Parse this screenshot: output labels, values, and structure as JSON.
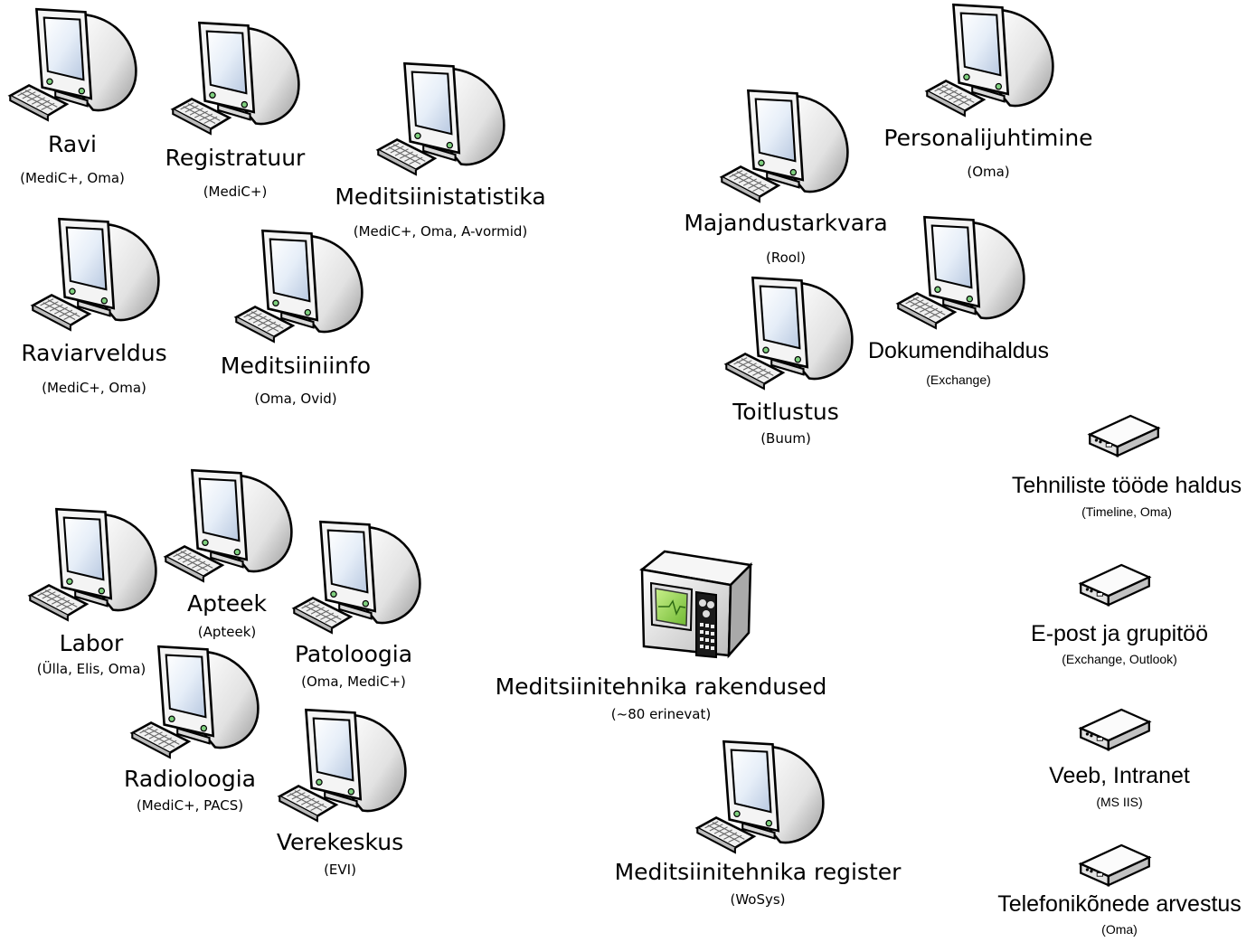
{
  "workstations": [
    {
      "id": "ravi",
      "title": "Ravi",
      "sub": "(MediC+, Oma)"
    },
    {
      "id": "registratuur",
      "title": "Registratuur",
      "sub": "(MediC+)"
    },
    {
      "id": "meditsiinistatistika",
      "title": "Meditsiinistatistika",
      "sub": "(MediC+, Oma, A-vormid)"
    },
    {
      "id": "raviarveldus",
      "title": "Raviarveldus",
      "sub": "(MediC+, Oma)"
    },
    {
      "id": "meditsiiniinfo",
      "title": "Meditsiiniinfo",
      "sub": "(Oma, Ovid)"
    },
    {
      "id": "majandustarkvara",
      "title": "Majandustarkvara",
      "sub": "(Rool)"
    },
    {
      "id": "personalijuhtimine",
      "title": "Personalijuhtimine",
      "sub": "(Oma)"
    },
    {
      "id": "toitlustus",
      "title": "Toitlustus",
      "sub": "(Buum)"
    },
    {
      "id": "dokumendihaldus",
      "title": "Dokumendihaldus",
      "sub": "(Exchange)"
    },
    {
      "id": "labor",
      "title": "Labor",
      "sub": "(Ülla, Elis, Oma)"
    },
    {
      "id": "apteek",
      "title": "Apteek",
      "sub": "(Apteek)"
    },
    {
      "id": "patoloogia",
      "title": "Patoloogia",
      "sub": "(Oma, MediC+)"
    },
    {
      "id": "radioloogia",
      "title": "Radioloogia",
      "sub": "(MediC+, PACS)"
    },
    {
      "id": "verekeskus",
      "title": "Verekeskus",
      "sub": "(EVI)"
    },
    {
      "id": "mt-register",
      "title": "Meditsiinitehnika register",
      "sub": "(WoSys)"
    }
  ],
  "device": {
    "id": "mt-rakendused",
    "title": "Meditsiinitehnika rakendused",
    "sub": "(~80 erinevat)"
  },
  "servers": [
    {
      "id": "tehniliste",
      "title": "Tehniliste tööde haldus",
      "sub": "(Timeline, Oma)"
    },
    {
      "id": "epost",
      "title": "E-post ja grupitöö",
      "sub": "(Exchange, Outlook)"
    },
    {
      "id": "veeb",
      "title": "Veeb, Intranet",
      "sub": "(MS IIS)"
    },
    {
      "id": "telefon",
      "title": "Telefonikõnede arvestus",
      "sub": "(Oma)"
    }
  ]
}
